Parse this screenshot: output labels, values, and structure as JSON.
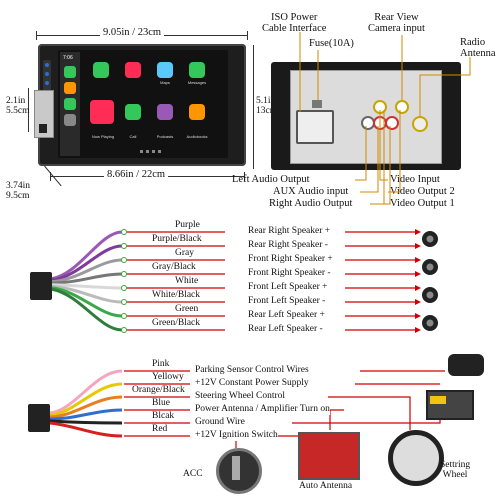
{
  "head_unit": {
    "width_label": "9.05in / 23cm",
    "height_left_label": "2.1in\n5.5cm",
    "height_right_label": "5.1in\n13cm",
    "bottom_width_label": "8.66in / 22cm",
    "depth_label": "3.74in\n9.5cm",
    "screen_time": "7:06",
    "apps": [
      "Maps",
      "Messages",
      "Now Playing",
      "Call",
      "Podcasts",
      "Audiobooks"
    ]
  },
  "rear_panel": {
    "top_labels": [
      "ISO Power\nCable Interface",
      "Fuse(10A)",
      "Rear View\nCamera input",
      "Radio\nAntenna"
    ],
    "bottom_labels": [
      "Left Audio Output",
      "AUX Audio input",
      "Right Audio Output",
      "Video Input",
      "Video Output 2",
      "Video Output 1"
    ]
  },
  "speaker_wires": [
    {
      "color_name": "Purple",
      "label": "Rear Right Speaker +",
      "wire": "#9b59b6"
    },
    {
      "color_name": "Purple/Black",
      "label": "Rear Right Speaker -",
      "wire": "#7d3c98"
    },
    {
      "color_name": "Gray",
      "label": "Front Right Speaker +",
      "wire": "#9a9a9a"
    },
    {
      "color_name": "Gray/Black",
      "label": "Front Right Speaker -",
      "wire": "#777777"
    },
    {
      "color_name": "White",
      "label": "Front Left Speaker +",
      "wire": "#d8d8d8"
    },
    {
      "color_name": "White/Black",
      "label": "Front Left Speaker -",
      "wire": "#bbbbbb"
    },
    {
      "color_name": "Green",
      "label": "Rear Left Speaker +",
      "wire": "#3aa84a"
    },
    {
      "color_name": "Green/Black",
      "label": "Rear Left Speaker -",
      "wire": "#2e7d3a"
    }
  ],
  "power_wires": [
    {
      "color_name": "Pink",
      "label": "Parking Sensor Control Wires",
      "wire": "#f4a6c0"
    },
    {
      "color_name": "Yellowy",
      "label": "+12V Constant Power Supply",
      "wire": "#e8c800"
    },
    {
      "color_name": "Orange/Black",
      "label": "Steering Wheel Control",
      "wire": "#e67e22"
    },
    {
      "color_name": "Blue",
      "label": "Power Antenna / Amplifier Turn on",
      "wire": "#2e6fd0"
    },
    {
      "color_name": "Blcak",
      "label": "Ground Wire",
      "wire": "#222222"
    },
    {
      "color_name": "Red",
      "label": "+12V Ignition Switch",
      "wire": "#d62020"
    }
  ],
  "bottom_labels": {
    "acc": "ACC",
    "auto_antenna": "Auto Antenna",
    "steering_wheel": "Settring\nWheel"
  },
  "colors": {
    "red_line": "#d00000",
    "screen": "#1a1a1a",
    "body": "#222222"
  }
}
